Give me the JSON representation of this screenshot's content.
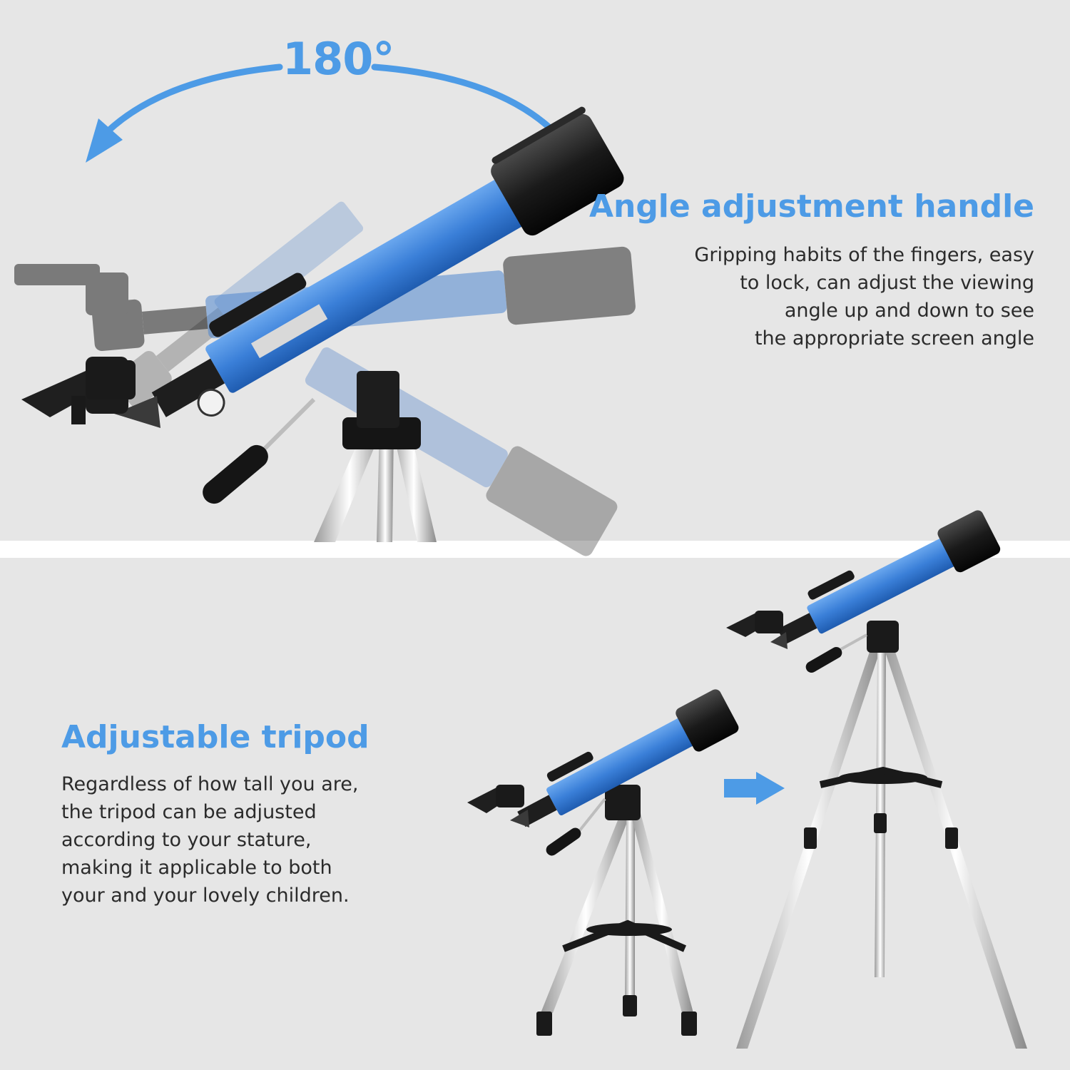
{
  "rotation": {
    "label": "180°",
    "arrow_color": "#4d9be6"
  },
  "angle_section": {
    "title": "Angle adjustment handle",
    "description": "Gripping habits of the fingers, easy\nto lock, can adjust the viewing\nangle up and down to see\nthe appropriate screen angle"
  },
  "tripod_section": {
    "title": "Adjustable tripod",
    "description": "Regardless of how tall you are,\nthe tripod can be adjusted\naccording to your stature,\nmaking it applicable to both\nyour and your  lovely children."
  },
  "colors": {
    "accent": "#4d9be6",
    "tube": "#3c7fd6",
    "background": "#e6e6e6"
  },
  "icons": {
    "rotation_arrow": "curved-double-arrow-icon",
    "transition_arrow": "right-arrow-icon"
  }
}
